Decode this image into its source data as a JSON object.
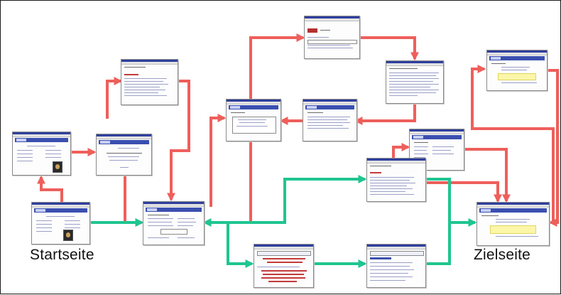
{
  "labels": {
    "start": "Startseite",
    "target": "Zielseite"
  },
  "colors": {
    "red_arrow": "#ee5f5b",
    "green_arrow": "#1fc590",
    "frame": "#1a1a1a",
    "window_title": "#2f3f9e"
  },
  "pages": [
    {
      "id": "start"
    },
    {
      "id": "start-up"
    },
    {
      "id": "second"
    },
    {
      "id": "list-top"
    },
    {
      "id": "hub"
    },
    {
      "id": "dialog-top"
    },
    {
      "id": "text-right"
    },
    {
      "id": "text-mid"
    },
    {
      "id": "form-mid"
    },
    {
      "id": "results-mid"
    },
    {
      "id": "results-top-right"
    },
    {
      "id": "form-bottom"
    },
    {
      "id": "results-bottom"
    },
    {
      "id": "target"
    }
  ],
  "edges": [
    {
      "id": "e-start-up",
      "color": "red",
      "from": "start",
      "to": "start-up"
    },
    {
      "id": "e-up-second",
      "color": "red",
      "from": "start-up",
      "to": "second"
    },
    {
      "id": "e-second-loop",
      "color": "red",
      "from": "second",
      "to": "list-top"
    },
    {
      "id": "e-list-hub",
      "color": "red",
      "from": "list-top",
      "to": "hub"
    },
    {
      "id": "e-second-hub",
      "color": "red",
      "from": "second",
      "to": "hub"
    },
    {
      "id": "e-start-hub",
      "color": "green",
      "from": "start",
      "to": "hub"
    },
    {
      "id": "e-hub-form",
      "color": "red",
      "from": "hub",
      "to": "form-mid"
    },
    {
      "id": "e-hub-dialog",
      "color": "red",
      "from": "hub",
      "to": "dialog-top"
    },
    {
      "id": "e-dialog-text",
      "color": "red",
      "from": "dialog-top",
      "to": "text-right"
    },
    {
      "id": "e-text-mid",
      "color": "red",
      "from": "text-right",
      "to": "text-mid"
    },
    {
      "id": "e-mid-form",
      "color": "red",
      "from": "text-mid",
      "to": "form-mid"
    },
    {
      "id": "e-hub-results",
      "color": "green",
      "from": "hub",
      "to": "results-mid"
    },
    {
      "id": "e-hub-formbottom",
      "color": "green",
      "from": "hub",
      "to": "form-bottom"
    },
    {
      "id": "e-formbottom-resultsbottom",
      "color": "green",
      "from": "form-bottom",
      "to": "results-bottom"
    },
    {
      "id": "e-resultsbottom-target",
      "color": "green",
      "from": "results-bottom",
      "to": "target"
    },
    {
      "id": "e-resultsmid-target",
      "color": "green",
      "from": "results-mid",
      "to": "target"
    },
    {
      "id": "e-results-loop",
      "color": "red",
      "from": "results-mid",
      "to": "results-top-right"
    },
    {
      "id": "e-resultstr-target",
      "color": "red",
      "from": "results-top-right",
      "to": "target"
    },
    {
      "id": "e-target-loop",
      "color": "red",
      "from": "target",
      "to": "target"
    }
  ]
}
